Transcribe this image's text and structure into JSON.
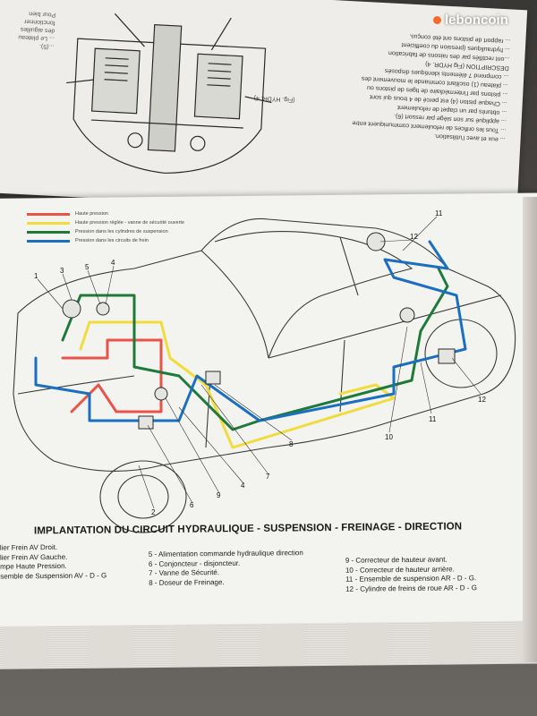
{
  "watermark": {
    "brand": "leboncoin"
  },
  "upper_page": {
    "left_column_lines": [
      "Pour bien",
      "fonctionner",
      "des aiguilles",
      "... Le plateau",
      "...(5)."
    ],
    "right_column_lines": [
      "... rapport de pistons ont été conçus.",
      "... hydrauliques (pression du coefficient",
      "...ont rectifiés par des raisons de fabrication",
      "DESCRIPTION (Fig HYDR. 4)",
      "... comprend 7 éléments identiques disposés",
      "... plateau (1) oscillant commande le mouvement des",
      "... pistons par l'intermédiaire de tiges de pistons ou",
      "... Chaque piston (4) est percé de 4 trous qui sont",
      "... obturés par un clapet de refoulement",
      "... appliqué sur son siège par ressort (6).",
      "... Tous les orifices de refoulement communiquent entre",
      "... eux et avec l'utilisation."
    ],
    "figure_label": "(Fig. HYDR. 4)"
  },
  "legend": [
    {
      "color": "#e8544a",
      "label": "Haute pression"
    },
    {
      "color": "#f0dc3c",
      "label": "Haute pression réglée - vanne de sécurité ouverte"
    },
    {
      "color": "#1f7a3a",
      "label": "Pression dans les cylindres de suspension"
    },
    {
      "color": "#1b6fc0",
      "label": "Pression dans les circuits de frein"
    }
  ],
  "callouts": [
    "1",
    "3",
    "5",
    "4",
    "12",
    "11",
    "12",
    "11",
    "10",
    "8",
    "7",
    "4",
    "9",
    "6",
    "2"
  ],
  "caption": "IMPLANTATION DU CIRCUIT HYDRAULIQUE - SUSPENSION - FREINAGE - DIRECTION",
  "key": {
    "col1": [
      "lier Frein AV Droit.",
      "lier Frein AV Gauche.",
      "mpe Haute Pression.",
      "semble de Suspension AV - D - G"
    ],
    "col2": [
      "5 - Alimentation commande hydraulique direction",
      "6 - Conjoncteur - disjoncteur.",
      "7 - Vanne de Sécurité.",
      "8 - Doseur de Freinage."
    ],
    "col3": [
      "9 - Correcteur de hauteur avant.",
      "10 - Correcteur de hauteur arrière.",
      "11 - Ensemble de suspension AR - D - G.",
      "12 - Cylindre de freins de roue AR - D - G"
    ]
  }
}
